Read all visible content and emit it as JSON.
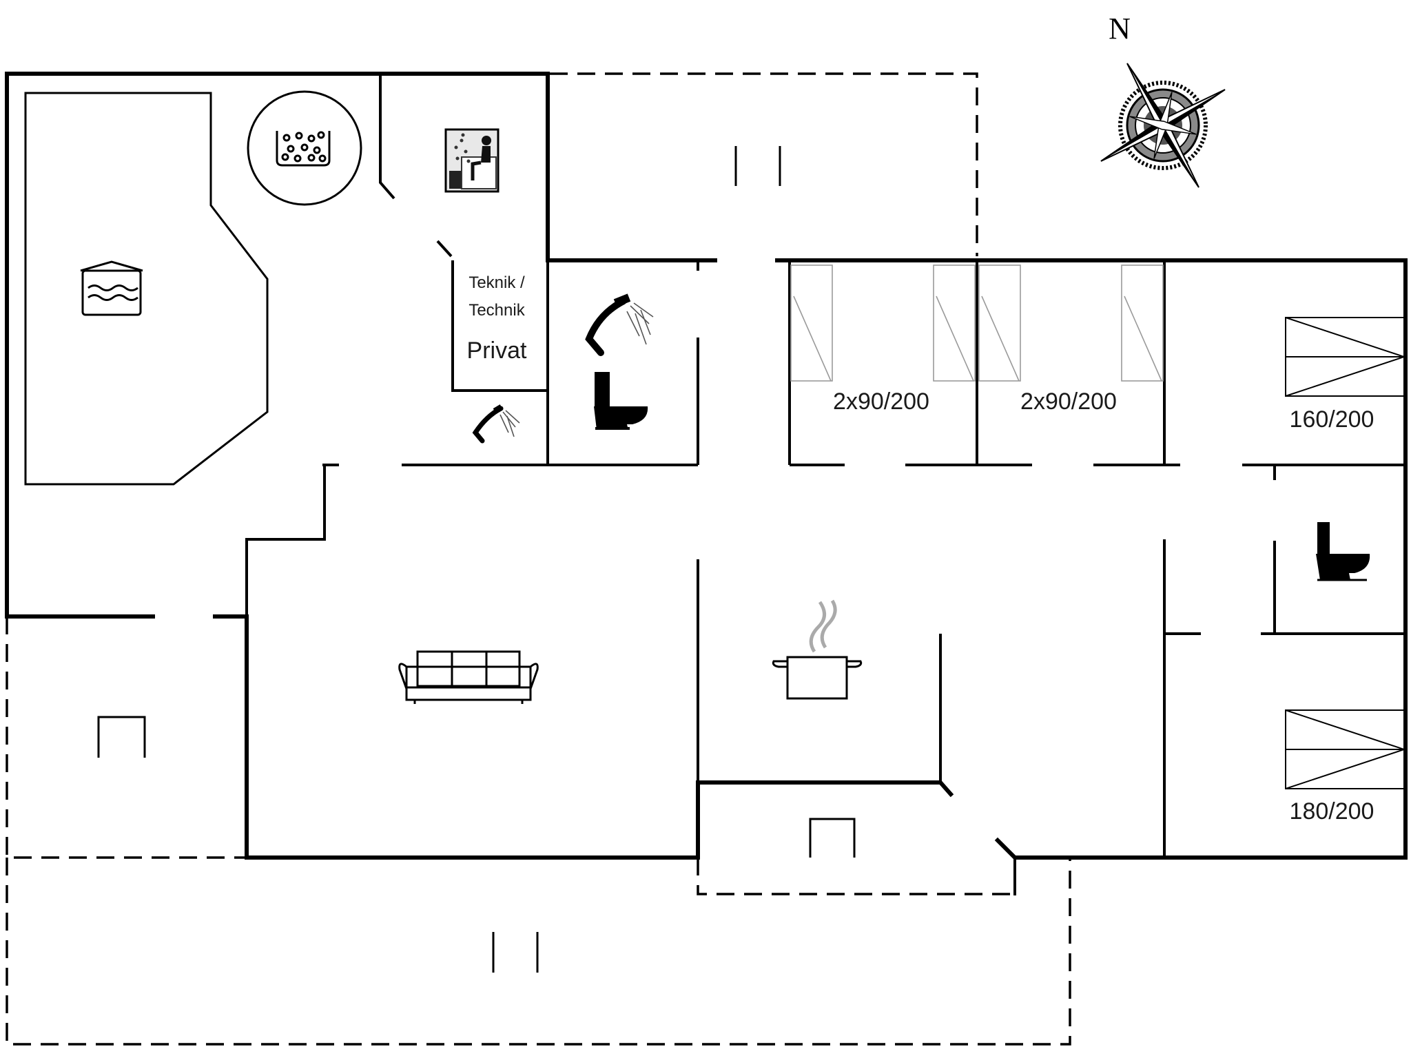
{
  "compass": {
    "north_label": "N",
    "icon": "compass-rose-icon"
  },
  "rooms": {
    "technical": {
      "line1": "Teknik /",
      "line2": "Technik",
      "line3": "Privat"
    }
  },
  "beds": {
    "bedroom_1": "2x90/200",
    "bedroom_2": "2x90/200",
    "bedroom_3": "160/200",
    "bedroom_4": "180/200"
  },
  "icons": [
    "pool-icon",
    "whirlpool-icon",
    "sauna-icon",
    "shower-icon",
    "toilet-icon",
    "sofa-icon",
    "cooking-pot-icon"
  ],
  "colors": {
    "walls": "#000000",
    "background": "#ffffff",
    "bed_lines": "#9a9a9a"
  }
}
